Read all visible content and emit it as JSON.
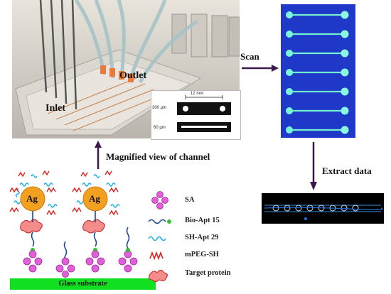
{
  "photo": {
    "inlet_label": "Inlet",
    "outlet_label": "Outlet",
    "inset": {
      "width_label": "12 mm",
      "depth_label": "300 μm",
      "height_label": "60 μm"
    }
  },
  "arrows": {
    "scan_label": "Scan",
    "extract_label": "Extract data",
    "magnified_label": "Magnified view of channel"
  },
  "schematic": {
    "particle_label": "Ag",
    "substrate_label": "Glass substrate"
  },
  "legend": {
    "items": [
      {
        "icon": "streptavidin-icon",
        "label": "SA"
      },
      {
        "icon": "bio-aptamer-icon",
        "label": "Bio-Apt 15"
      },
      {
        "icon": "sh-aptamer-icon",
        "label": "SH-Apt 29"
      },
      {
        "icon": "mpeg-sh-icon",
        "label": "mPEG-SH"
      },
      {
        "icon": "target-protein-icon",
        "label": "Target protein"
      }
    ]
  },
  "colors": {
    "scan_background": "#1f38c8",
    "channel_line": "#6ff0d0",
    "substrate": "#10e020",
    "nanoparticle": "#f2a020",
    "arrow": "#3a1a4a",
    "sa": "#e060d8",
    "mpeg": "#e0201c",
    "aptamer_sh": "#1ab0e8",
    "aptamer_bio": "#1a4a8a"
  }
}
